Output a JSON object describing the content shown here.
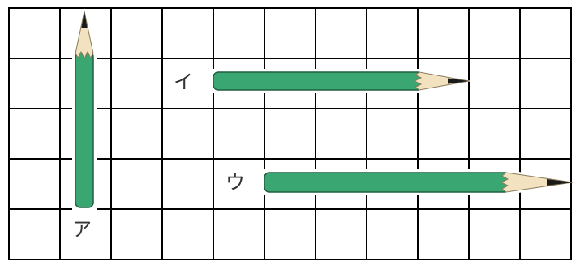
{
  "grid": {
    "columns": 11,
    "rows": 5,
    "line_color": "#000000"
  },
  "pencils": [
    {
      "id": "a",
      "label": "ア",
      "orientation": "vertical",
      "length_squares": 4,
      "tip_direction": "up"
    },
    {
      "id": "i",
      "label": "イ",
      "orientation": "horizontal",
      "length_squares": 5,
      "tip_direction": "right"
    },
    {
      "id": "u",
      "label": "ウ",
      "orientation": "horizontal",
      "length_squares": 6,
      "tip_direction": "right"
    }
  ],
  "colors": {
    "pencil_body": "#3aa671",
    "pencil_outline": "#1f5f40",
    "wood": "#f3e2bf",
    "lead": "#1a1a1a"
  }
}
